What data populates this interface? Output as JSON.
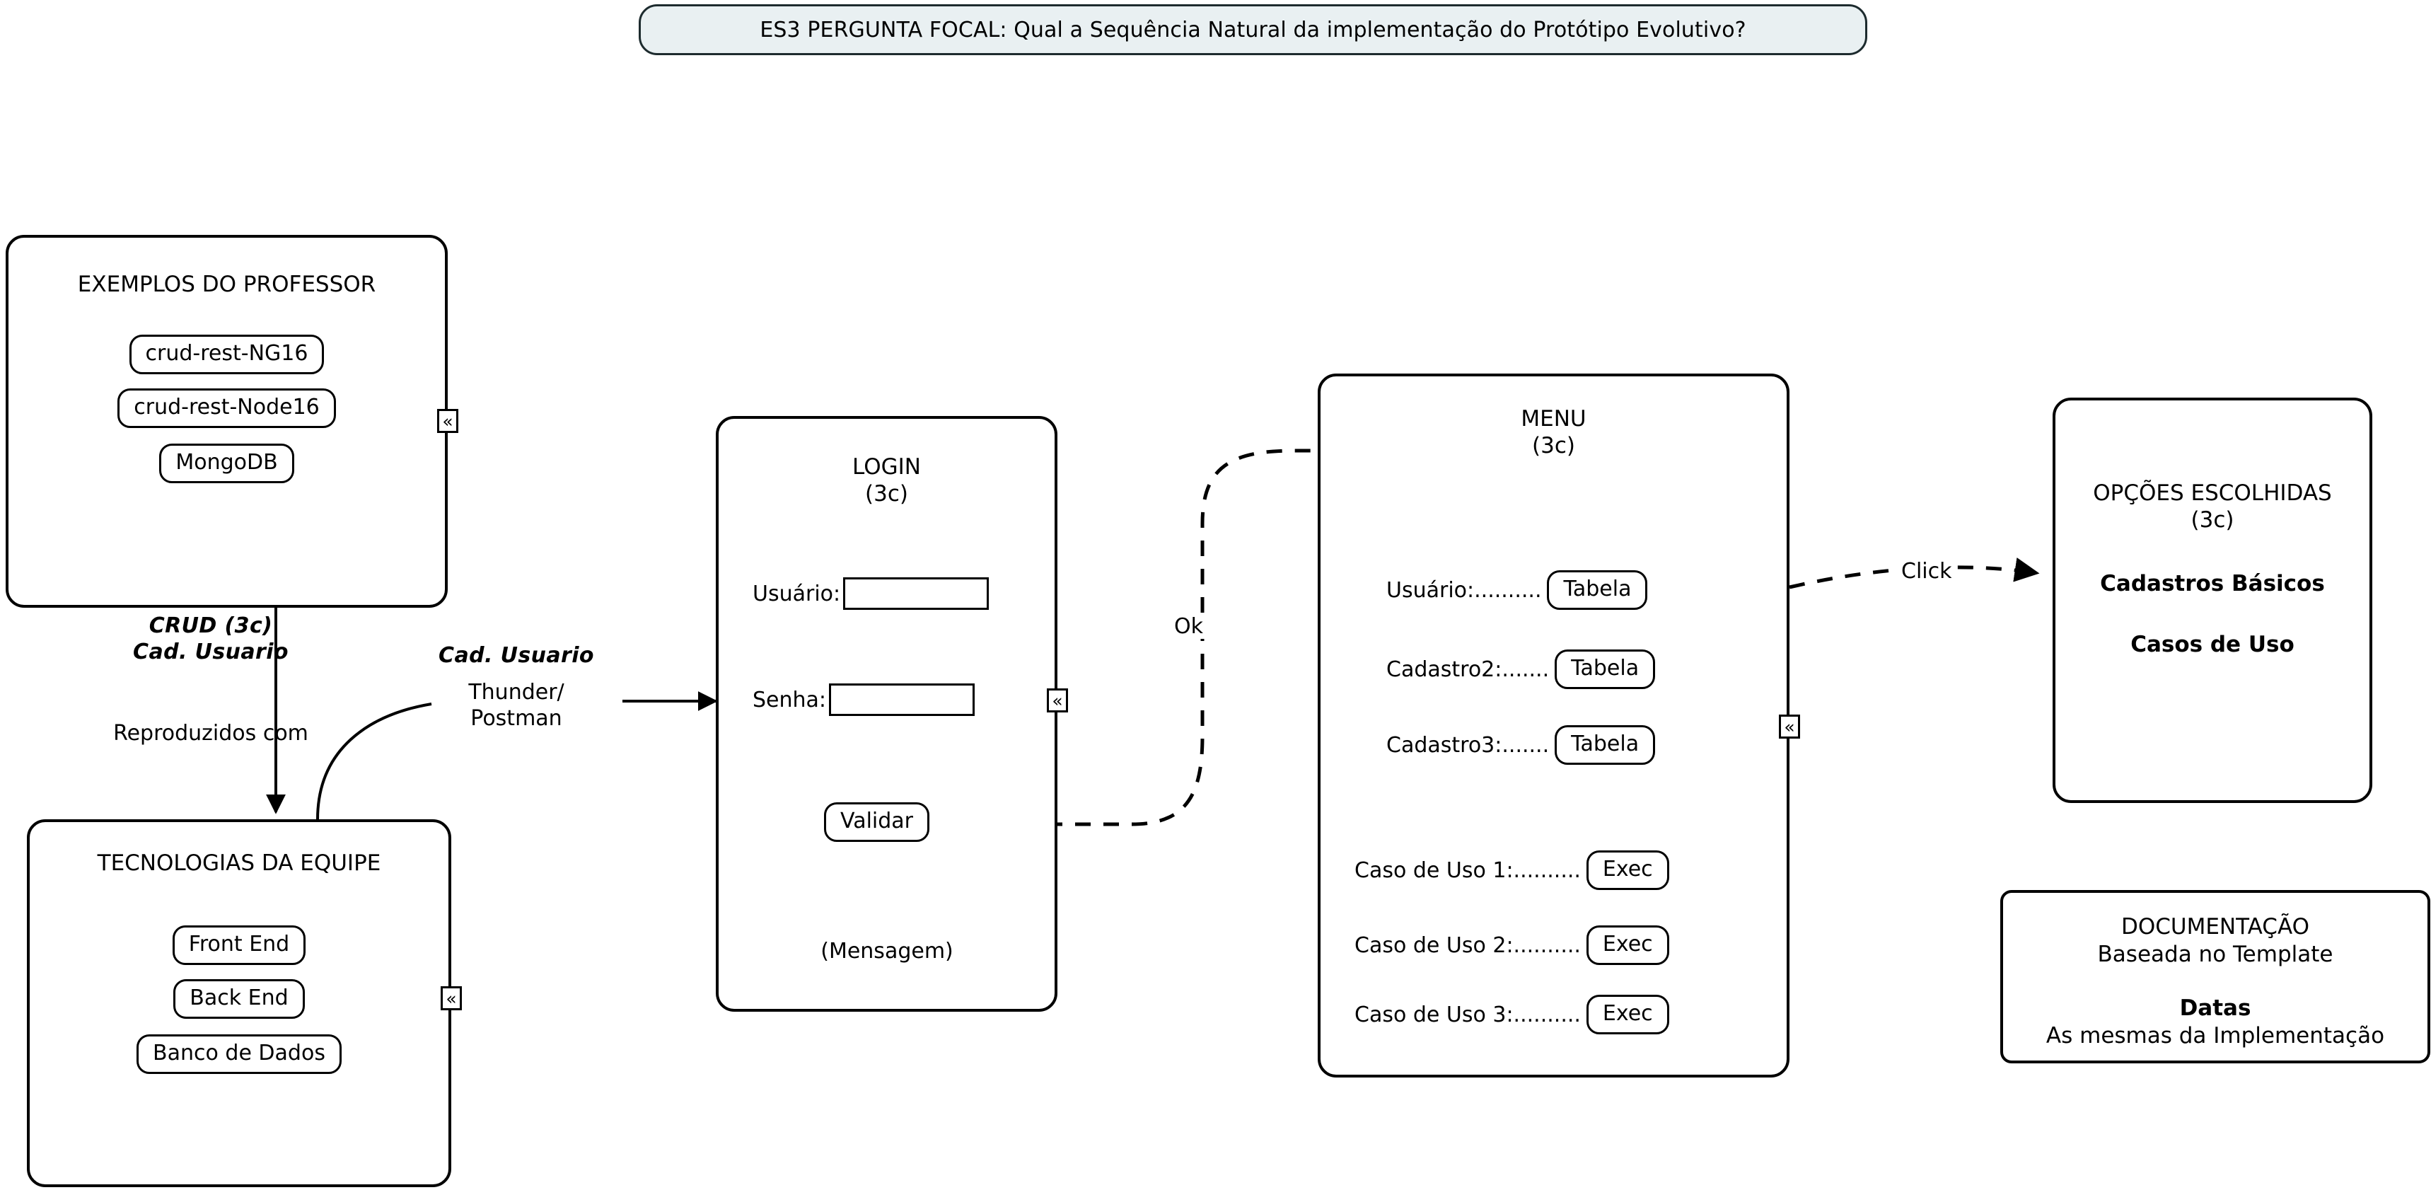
{
  "banner": {
    "text": "ES3 PERGUNTA FOCAL: Qual a Sequência Natural da implementação do Protótipo Evolutivo?",
    "fill": "#e9f0f2",
    "border": "#1d2b2e"
  },
  "panels": {
    "examples": {
      "title": "EXEMPLOS DO PROFESSOR",
      "items": [
        {
          "label": "crud-rest-NG16"
        },
        {
          "label": "crud-rest-Node16"
        },
        {
          "label": "MongoDB"
        }
      ],
      "badge": "«"
    },
    "team_tech": {
      "title": "TECNOLOGIAS DA EQUIPE",
      "items": [
        {
          "label": "Front End"
        },
        {
          "label": "Back End"
        },
        {
          "label": "Banco de Dados"
        }
      ],
      "badge": "«"
    },
    "login": {
      "title": "LOGIN\n(3c)",
      "fields": [
        {
          "label": "Usuário:",
          "value": "",
          "placeholder": ""
        },
        {
          "label": "Senha:",
          "value": "",
          "placeholder": ""
        }
      ],
      "submit_label": "Validar",
      "message_label": "(Mensagem)",
      "badge": "«"
    },
    "menu": {
      "title": "MENU\n(3c)",
      "registry_rows": [
        {
          "label": "Usuário:..........",
          "action": "Tabela"
        },
        {
          "label": "Cadastro2:.......",
          "action": "Tabela"
        },
        {
          "label": "Cadastro3:.......",
          "action": "Tabela"
        }
      ],
      "usecase_rows": [
        {
          "label": "Caso de Uso 1:..........",
          "action": "Exec"
        },
        {
          "label": "Caso de Uso 2:..........",
          "action": "Exec"
        },
        {
          "label": "Caso de Uso 3:..........",
          "action": "Exec"
        }
      ],
      "badge": "«"
    },
    "chosen_options": {
      "title": "OPÇÕES ESCOLHIDAS\n(3c)",
      "lines": [
        "Cadastros Básicos",
        "Casos de Uso"
      ]
    },
    "documentation": {
      "title": "DOCUMENTAÇÃO",
      "subtitle": "Baseada no Template",
      "dates_heading": "Datas",
      "dates_detail": "As mesmas da Implementação"
    }
  },
  "annotations": {
    "crud_script": "CRUD (3c)\nCad. Usuario",
    "reproduced_with": "Reproduzidos com",
    "cad_usuario_script": "Cad. Usuario",
    "tooling": "Thunder/\nPostman",
    "ok_label": "Ok",
    "click_label": "Click"
  }
}
